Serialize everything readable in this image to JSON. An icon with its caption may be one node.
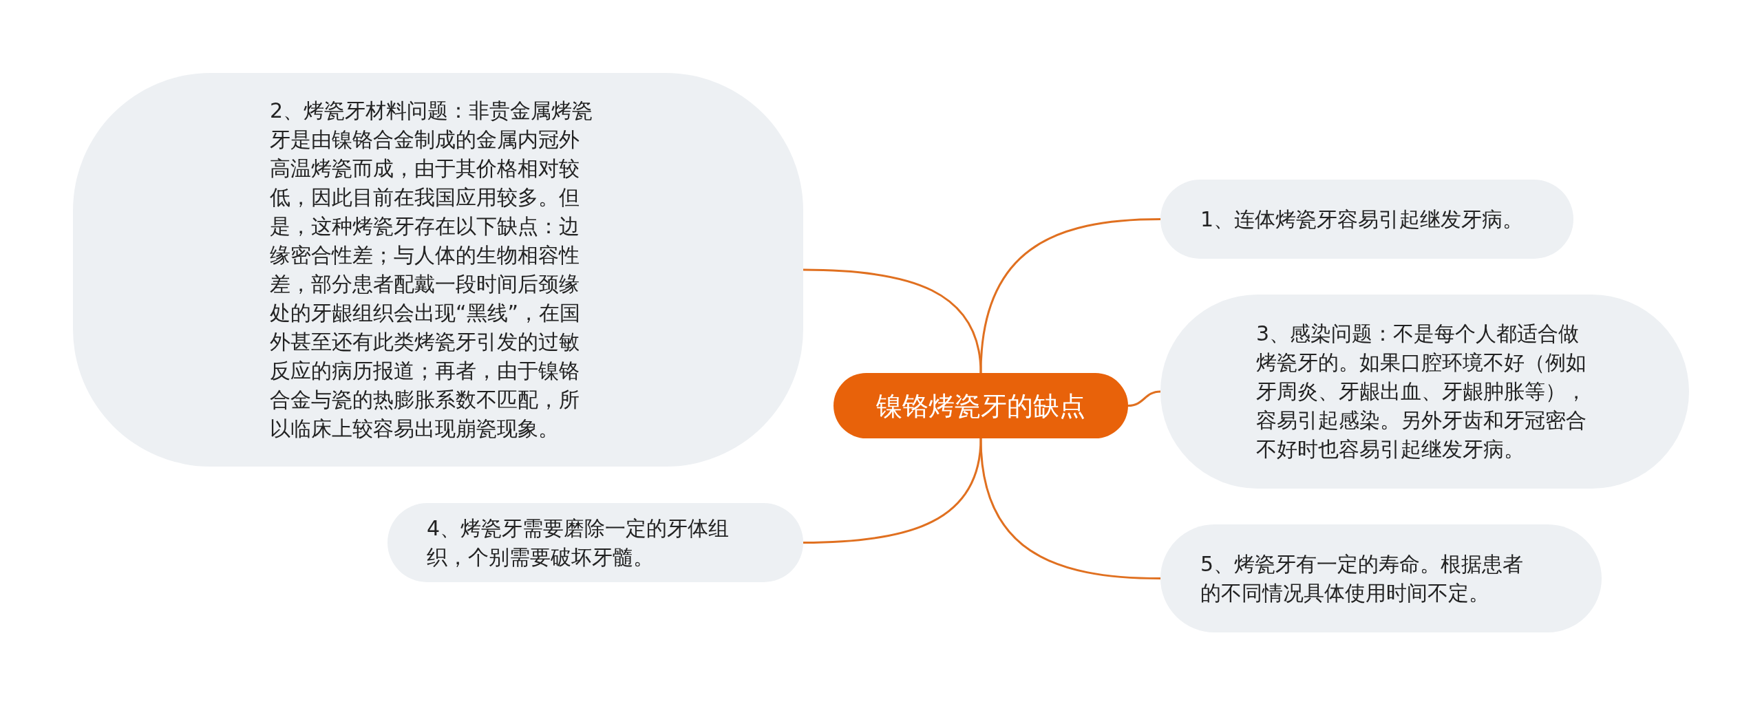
{
  "diagram": {
    "nodes": [
      {
        "text": [
          "镍铬烤瓷牙的缺点"
        ]
      },
      {
        "text": [
          "2、烤瓷牙材料问题：非贵金属烤瓷牙是由镍铬合金制成的金属内冠外高温烤瓷而成，由于其价格相对较低，因此目前在我国应用较多。但是，这种烤瓷牙存在以下缺点：边缘密合性差；与人体的生物相容性差，部分患者配戴一段时间后颈缘处的牙龈组织会出现“黑线”，在国外甚至还有此类烤瓷牙引发的过敏反应的病历报道；再者，由于镍铬合金与瓷的热膨胀系数不匹配，所以临床上较容易出现崩瓷现象。"
        ]
      },
      {
        "text": [
          "1、连体烤瓷牙容易引起继发牙病。"
        ]
      },
      {
        "text": [
          "3、感染问题：不是每个人都适合做烤瓷牙的。如果口腔环境不好（例如牙周炎、牙龈出血、牙龈肿胀等），容易引起感染。另外牙齿和牙冠密合不好时也容易引起继发牙病。"
        ]
      },
      {
        "text": [
          "4、烤瓷牙需要磨除一定的牙体组织，个别需要破坏牙髓。"
        ]
      },
      {
        "text": [
          "5、烤瓷牙有一定的寿命。根据患者的不同情况具体使用时间不定。"
        ]
      }
    ],
    "edges": [
      {
        "from": 0,
        "to": 1,
        "arrow": "none"
      },
      {
        "from": 0,
        "to": 2,
        "arrow": "none"
      },
      {
        "from": 0,
        "to": 3,
        "arrow": "none"
      },
      {
        "from": 0,
        "to": 4,
        "arrow": "none"
      },
      {
        "from": 0,
        "to": 5,
        "arrow": "none"
      }
    ]
  }
}
